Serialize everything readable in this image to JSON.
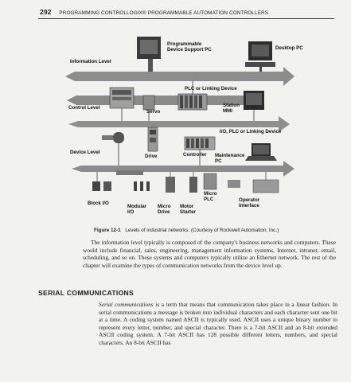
{
  "header": {
    "page_number": "292",
    "running_title": "PROGRAMMING CONTROLLOGIX® PROGRAMMABLE AUTOMATION CONTROLLERS"
  },
  "figure": {
    "labels": {
      "programmable_device": "Programmable\nDevice Support PC",
      "desktop_pc": "Desktop PC",
      "information_level": "Information Level",
      "plc_linking_1": "PLC or Linking Device",
      "control_level": "Control Level",
      "servo": "Servo",
      "station_mmi": "Station\nMMI",
      "io_plc_linking": "I/O, PLC or Linking Device",
      "device_level": "Device Level",
      "drive": "Drive",
      "controller": "Controller",
      "maintenance_pc": "Maintenance\nPC",
      "block_io": "Block I/O",
      "modular_io": "Modular\nI/O",
      "micro_drive": "Micro\nDrive",
      "motor_starter": "Motor\nStarter",
      "micro_plc": "Micro\nPLC",
      "operator_interface": "Operator\nInterface"
    },
    "caption_label": "Figure 12-1",
    "caption_text": "Levels of industrial networks. (Courtesy of Rockwell Automation, Inc.)"
  },
  "body": {
    "paragraph1": "The information level typically is composed of the company's business networks and computers. These would include financial, sales, engineering, management information systems, Internet, intranet, email, scheduling, and so on. These systems and computers typically utilize an Ethernet network. The rest of the chapter will examine the types of communication networks from the device level up.",
    "section_title": "SERIAL COMMUNICATIONS",
    "paragraph2_term": "Serial communications",
    "paragraph2_rest": " is a term that means that communication takes place in a linear fashion. In serial communications a message is broken into individual characters and each character sent one bit at a time. A coding system named ASCII is typically used. ASCII uses a unique binary number to represent every letter, number, and special character. There is a 7-bit ASCII and an 8-bit extended ASCII coding system. A 7-bit ASCII has 128 possible different letters, numbers, and special characters. An 8-bit ASCII has"
  },
  "colors": {
    "paper": "#f2f2ef",
    "arrow": "#8a8a8a",
    "ink": "#1c1c1c"
  }
}
